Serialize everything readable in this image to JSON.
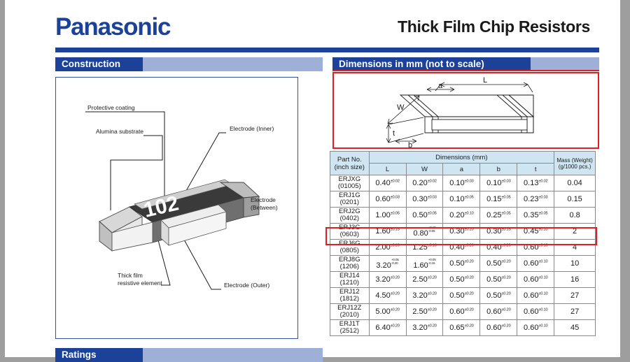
{
  "header": {
    "brand": "Panasonic",
    "title": "Thick Film Chip Resistors"
  },
  "sections": {
    "construction": "Construction",
    "dimensions": "Dimensions in mm (not to scale)",
    "ratings": "Ratings"
  },
  "construction_diagram": {
    "chip_marking": "102",
    "labels": {
      "protective_coating": "Protective coating",
      "alumina_substrate": "Alumina substrate",
      "electrode_inner": "Electrode (Inner)",
      "electrode_between_l1": "Electrode",
      "electrode_between_l2": "(Between)",
      "electrode_outer": "Electrode (Outer)",
      "thick_film_l1": "Thick film",
      "thick_film_l2": "resistive element"
    }
  },
  "dimension_drawing": {
    "labels": {
      "length": "L",
      "width": "W",
      "thickness": "t",
      "a": "a",
      "b": "b"
    }
  },
  "table": {
    "headers": {
      "part_no_l1": "Part No.",
      "part_no_l2": "(inch size)",
      "dimensions_group": "Dimensions (mm)",
      "mass_l1": "Mass (Weight)",
      "mass_l2": "(g/1000 pcs.)",
      "cols": [
        "L",
        "W",
        "a",
        "b",
        "t"
      ]
    },
    "rows": [
      {
        "part": "ERJXG",
        "size": "(01005)",
        "L": {
          "v": "0.40",
          "t": "±0.02"
        },
        "W": {
          "v": "0.20",
          "t": "±0.02"
        },
        "a": {
          "v": "0.10",
          "t": "±0.03"
        },
        "b": {
          "v": "0.10",
          "t": "±0.03"
        },
        "t": {
          "v": "0.13",
          "t": "±0.02"
        },
        "mass": "0.04",
        "highlighted": false
      },
      {
        "part": "ERJ1G",
        "size": "(0201)",
        "L": {
          "v": "0.60",
          "t": "±0.03"
        },
        "W": {
          "v": "0.30",
          "t": "±0.03"
        },
        "a": {
          "v": "0.10",
          "t": "±0.05"
        },
        "b": {
          "v": "0.15",
          "t": "±0.05"
        },
        "t": {
          "v": "0.23",
          "t": "±0.03"
        },
        "mass": "0.15",
        "highlighted": false
      },
      {
        "part": "ERJ2G",
        "size": "(0402)",
        "L": {
          "v": "1.00",
          "t": "±0.05"
        },
        "W": {
          "v": "0.50",
          "t": "±0.05"
        },
        "a": {
          "v": "0.20",
          "t": "±0.10"
        },
        "b": {
          "v": "0.25",
          "t": "±0.05"
        },
        "t": {
          "v": "0.35",
          "t": "±0.05"
        },
        "mass": "0.8",
        "highlighted": false
      },
      {
        "part": "ERJ3G",
        "size": "(0603)",
        "L": {
          "v": "1.60",
          "t": "±0.15"
        },
        "W": {
          "v": "0.80",
          "tp": "+0.15",
          "tm": "-0.05"
        },
        "a": {
          "v": "0.30",
          "t": "±0.20"
        },
        "b": {
          "v": "0.30",
          "t": "±0.15"
        },
        "t": {
          "v": "0.45",
          "t": "±0.10"
        },
        "mass": "2",
        "highlighted": true
      },
      {
        "part": "ERJ6G",
        "size": "(0805)",
        "L": {
          "v": "2.00",
          "t": "±0.20"
        },
        "W": {
          "v": "1.25",
          "t": "±0.10"
        },
        "a": {
          "v": "0.40",
          "t": "±0.20"
        },
        "b": {
          "v": "0.40",
          "t": "±0.20"
        },
        "t": {
          "v": "0.60",
          "t": "±0.10"
        },
        "mass": "4",
        "highlighted": false
      },
      {
        "part": "ERJ8G",
        "size": "(1206)",
        "L": {
          "v": "3.20",
          "tp": "+0.05",
          "tm": "-0.20"
        },
        "W": {
          "v": "1.60",
          "tp": "+0.05",
          "tm": "-0.15"
        },
        "a": {
          "v": "0.50",
          "t": "±0.20"
        },
        "b": {
          "v": "0.50",
          "t": "±0.20"
        },
        "t": {
          "v": "0.60",
          "t": "±0.10"
        },
        "mass": "10",
        "highlighted": false
      },
      {
        "part": "ERJ14",
        "size": "(1210)",
        "L": {
          "v": "3.20",
          "t": "±0.20"
        },
        "W": {
          "v": "2.50",
          "t": "±0.20"
        },
        "a": {
          "v": "0.50",
          "t": "±0.20"
        },
        "b": {
          "v": "0.50",
          "t": "±0.20"
        },
        "t": {
          "v": "0.60",
          "t": "±0.10"
        },
        "mass": "16",
        "highlighted": false
      },
      {
        "part": "ERJ12",
        "size": "(1812)",
        "L": {
          "v": "4.50",
          "t": "±0.20"
        },
        "W": {
          "v": "3.20",
          "t": "±0.20"
        },
        "a": {
          "v": "0.50",
          "t": "±0.20"
        },
        "b": {
          "v": "0.50",
          "t": "±0.20"
        },
        "t": {
          "v": "0.60",
          "t": "±0.10"
        },
        "mass": "27",
        "highlighted": false
      },
      {
        "part": "ERJ12Z",
        "size": "(2010)",
        "L": {
          "v": "5.00",
          "t": "±0.20"
        },
        "W": {
          "v": "2.50",
          "t": "±0.20"
        },
        "a": {
          "v": "0.60",
          "t": "±0.20"
        },
        "b": {
          "v": "0.60",
          "t": "±0.20"
        },
        "t": {
          "v": "0.60",
          "t": "±0.10"
        },
        "mass": "27",
        "highlighted": false
      },
      {
        "part": "ERJ1T",
        "size": "(2512)",
        "L": {
          "v": "6.40",
          "t": "±0.20"
        },
        "W": {
          "v": "3.20",
          "t": "±0.20"
        },
        "a": {
          "v": "0.65",
          "t": "±0.20"
        },
        "b": {
          "v": "0.60",
          "t": "±0.20"
        },
        "t": {
          "v": "0.60",
          "t": "±0.10"
        },
        "mass": "45",
        "highlighted": false
      }
    ]
  },
  "colors": {
    "brand_blue": "#1b4298",
    "bar_light": "#9fb0d8",
    "table_header": "#cfe6f2",
    "annotation_red": "#e02020"
  }
}
